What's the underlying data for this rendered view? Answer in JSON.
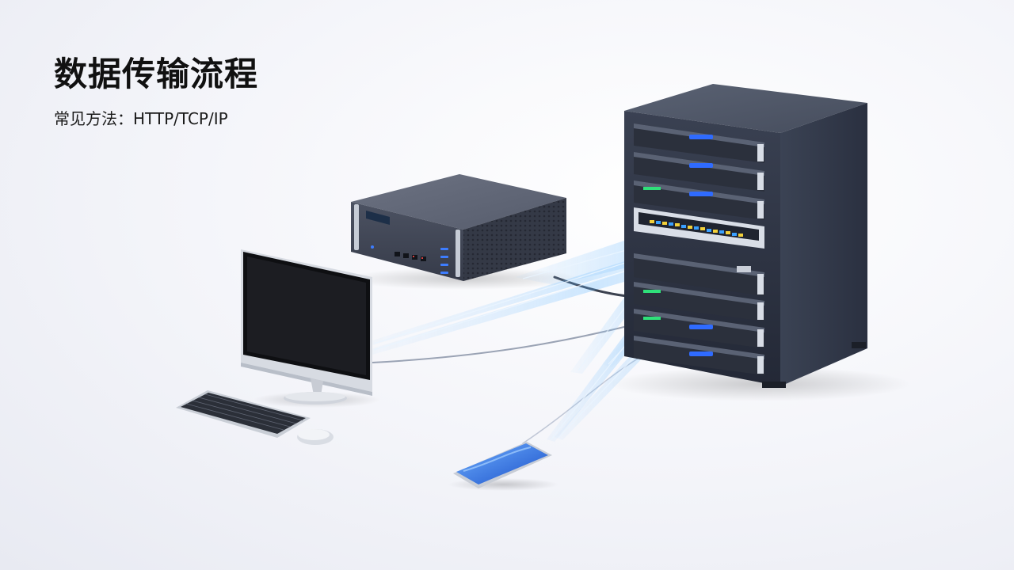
{
  "slide": {
    "title": "数据传输流程",
    "subtitle": "常见方法：HTTP/TCP/IP"
  },
  "illustration": {
    "devices": [
      "server-rack",
      "network-box",
      "monitor",
      "keyboard",
      "mouse",
      "smartphone"
    ],
    "colors": {
      "rack_body": "#2c3242",
      "light_beam": "#4aa8ff",
      "led_green": "#2fe07a",
      "led_blue": "#2f6bff",
      "phone_screen": "#1e5fd8"
    }
  }
}
